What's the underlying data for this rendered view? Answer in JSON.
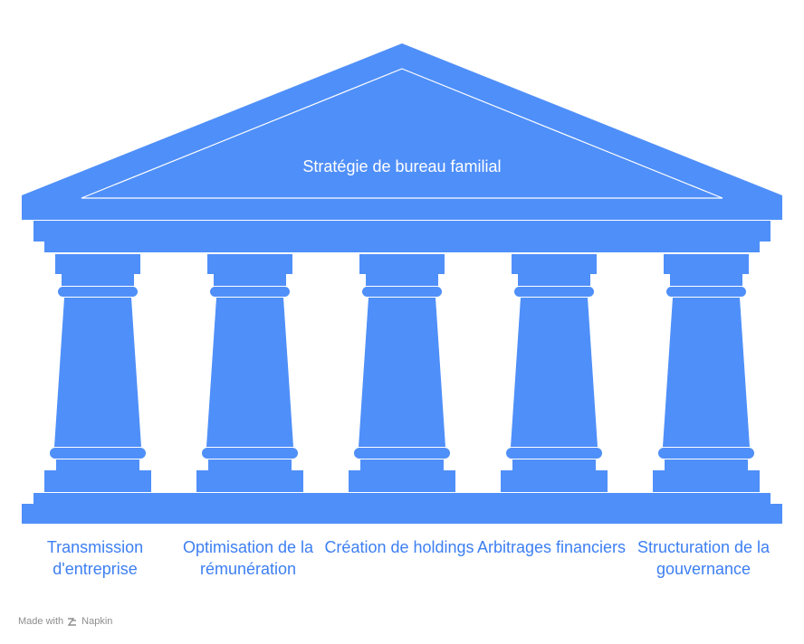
{
  "diagram": {
    "title": "Stratégie de bureau familial",
    "pillars": [
      {
        "label": "Transmission d'entreprise"
      },
      {
        "label": "Optimisation de la rémunération"
      },
      {
        "label": "Création de holdings"
      },
      {
        "label": "Arbitrages financiers"
      },
      {
        "label": "Structuration de la gouvernance"
      }
    ],
    "colors": {
      "primary": "#4f8ff9",
      "label": "#3d7ff2",
      "footer": "#8e8e8e"
    }
  },
  "footer": {
    "made_with": "Made with",
    "brand": "Napkin",
    "icon": "napkin-logo-icon"
  }
}
